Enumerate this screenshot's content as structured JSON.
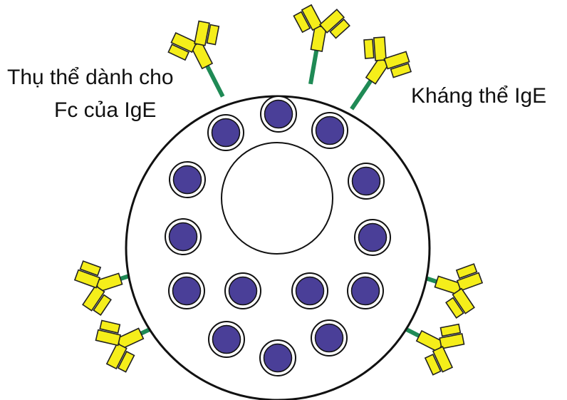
{
  "labels": {
    "receptor_line1": "Thụ thể dành cho",
    "receptor_line2": "Fc của IgE",
    "antibody": "Kháng thể IgE"
  },
  "colors": {
    "cell_outline": "#111111",
    "cell_fill": "#ffffff",
    "granule_fill": "#4a3f98",
    "receptor": "#1f8a55",
    "antibody": "#f5ee1a",
    "antibody_outline": "#222222"
  },
  "counts": {
    "granules": 14,
    "receptor_antibody_complexes": 7
  }
}
